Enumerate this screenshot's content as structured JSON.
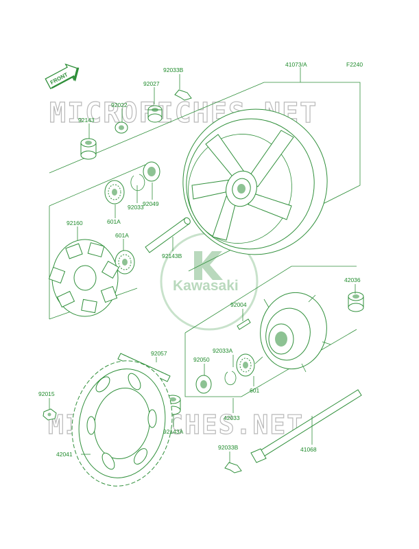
{
  "figure_code": "F2240",
  "front_arrow_label": "FRONT",
  "watermarks": [
    "MICROFICHES.NET",
    "MICROFICHES.NET"
  ],
  "logo_text": "Kawasaki",
  "colors": {
    "line": "#2f8f3a",
    "text": "#1d8a2a",
    "watermark": "#b8b8b8",
    "logo": "#b9d9bd"
  },
  "parts": {
    "p_41073A": "41073/A",
    "p_92033B_top": "92033B",
    "p_92027": "92027",
    "p_92022": "92022",
    "p_92143": "92143",
    "p_92033": "92033",
    "p_92049": "92049",
    "p_601A_top": "601A",
    "p_601A": "601A",
    "p_92160": "92160",
    "p_92143B": "92143B",
    "p_42036": "42036",
    "p_92004": "92004",
    "p_92057": "92057",
    "p_92033A": "92033A",
    "p_92050": "92050",
    "p_601": "601",
    "p_92015": "92015",
    "p_92143A": "92143A",
    "p_42033": "42033",
    "p_42041": "42041",
    "p_92033B_bottom": "92033B",
    "p_41068": "41068"
  }
}
